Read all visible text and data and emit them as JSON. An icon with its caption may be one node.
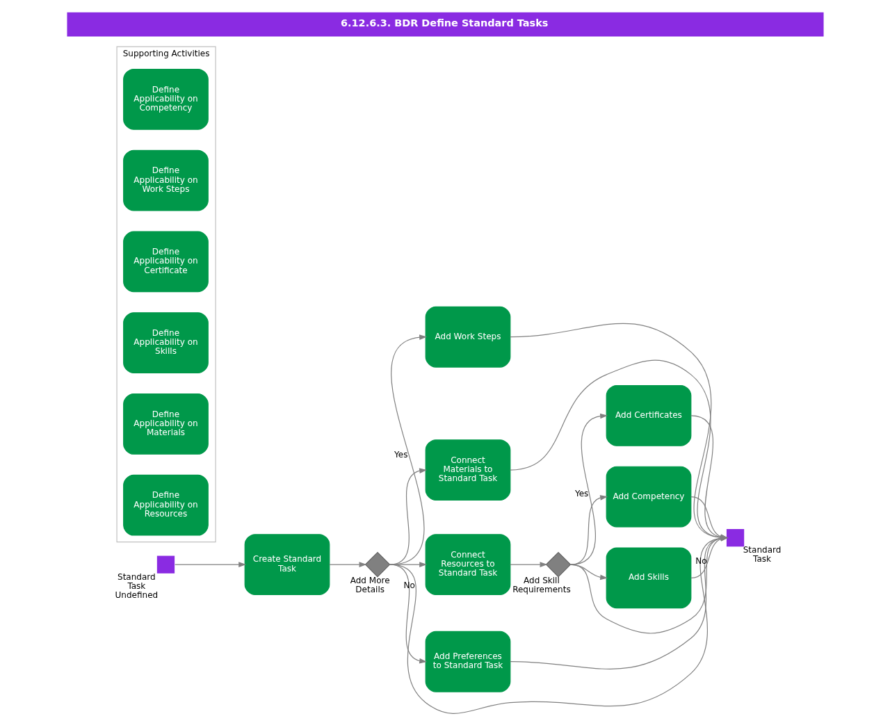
{
  "diagram": {
    "title": "6.12.6.3. BDR Define Standard Tasks",
    "nodes": [
      {
        "text": [],
        "shape": "box",
        "beside": [
          "Standard Task Undefined"
        ]
      },
      {
        "text": [
          "Create Standard Task"
        ]
      },
      {
        "text": [],
        "shape": "diamond",
        "beside": [
          "Add More Details"
        ]
      },
      {
        "text": [
          "Add Work Steps"
        ]
      },
      {
        "text": [
          "Connect Materials to Standard Task"
        ]
      },
      {
        "text": [
          "Connect Resources to Standard Task"
        ]
      },
      {
        "text": [
          "Add Preferences to Standard Task"
        ]
      },
      {
        "text": [],
        "shape": "diamond",
        "beside": [
          "Add Skill Requirements"
        ]
      },
      {
        "text": [
          "Add Certificates"
        ]
      },
      {
        "text": [
          "Add Competency"
        ]
      },
      {
        "text": [
          "Add Skills"
        ]
      },
      {
        "text": [],
        "shape": "box",
        "beside": [
          "Standard Task"
        ]
      },
      {
        "text": [
          "Supporting Activities"
        ]
      },
      {
        "text": [
          "Define Applicability on Competency"
        ],
        "in": 12
      },
      {
        "text": [
          "Define Applicability on Work Steps"
        ],
        "in": 12
      },
      {
        "text": [
          "Define Applicability on Certificate"
        ],
        "in": 12
      },
      {
        "text": [
          "Define Applicability on Skills"
        ],
        "in": 12
      },
      {
        "text": [
          "Define Applicability on Materials"
        ],
        "in": 12
      },
      {
        "text": [
          "Define Applicability on Resources"
        ],
        "in": 12
      }
    ],
    "edges": [
      {
        "from": 0,
        "to": 1,
        "arrow": "to"
      },
      {
        "from": 1,
        "to": 2,
        "arrow": "to"
      },
      {
        "from": 2,
        "to": 11,
        "arrow": "to",
        "label": "No"
      },
      {
        "from": 2,
        "to": 3,
        "arrow": "to",
        "label": "Yes"
      },
      {
        "from": 2,
        "to": 4,
        "arrow": "to"
      },
      {
        "from": 2,
        "to": 5,
        "arrow": "to"
      },
      {
        "from": 2,
        "to": 6,
        "arrow": "to"
      },
      {
        "from": 3,
        "to": 11,
        "arrow": "to"
      },
      {
        "from": 4,
        "to": 11,
        "arrow": "to"
      },
      {
        "from": 5,
        "to": 7,
        "arrow": "to"
      },
      {
        "from": 7,
        "to": 11,
        "arrow": "to",
        "label": "No"
      },
      {
        "from": 7,
        "to": 8,
        "arrow": "to",
        "label": "Yes"
      },
      {
        "from": 7,
        "to": 9,
        "arrow": "to"
      },
      {
        "from": 7,
        "to": 10,
        "arrow": "to"
      },
      {
        "from": 8,
        "to": 11,
        "arrow": "to"
      },
      {
        "from": 9,
        "to": 11,
        "arrow": "to"
      },
      {
        "from": 10,
        "to": 11,
        "arrow": "to"
      },
      {
        "from": 6,
        "to": 11,
        "arrow": "to"
      }
    ]
  }
}
